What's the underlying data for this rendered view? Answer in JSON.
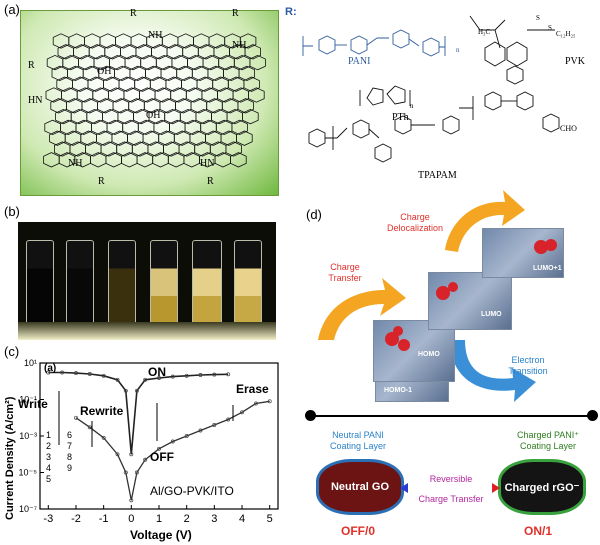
{
  "panels": {
    "a": "(a)",
    "b": "(b)",
    "c": "(c)",
    "d": "(d)"
  },
  "panel_a": {
    "r_label": "R:",
    "struct_labels": {
      "r": "R",
      "nh": "NH",
      "hn": "HN",
      "o": "O",
      "oh": "OH",
      "n": "N",
      "h": "H"
    },
    "polymers": [
      "PANI",
      "PVK",
      "PTh",
      "TPAPAM"
    ],
    "pvk_formula": {
      "ch3": "CH",
      "c12": "S",
      "c12h25": "C",
      "h3c": "H"
    },
    "pvk_text": [
      "H₃C",
      "S",
      "S",
      "C₁₂H₂₅"
    ],
    "tpapam_cho": "CHO",
    "sub_n": "n"
  },
  "panel_c": {
    "inset_label": "(a)",
    "ylabel": "Current Density (A/cm²)",
    "xlabel": "Voltage (V)",
    "device": "Al/GO-PVK/ITO",
    "annotations": {
      "write": "Write",
      "rewrite": "Rewrite",
      "on": "ON",
      "off": "OFF",
      "erase": "Erase"
    },
    "legend": [
      "1",
      "2",
      "3",
      "4",
      "5",
      "6",
      "7",
      "8",
      "9"
    ]
  },
  "chart_data": {
    "type": "line",
    "title": "",
    "xlabel": "Voltage (V)",
    "ylabel": "Current Density (A/cm²)",
    "xlim": [
      -3.3,
      5.3
    ],
    "ylim": [
      1e-07,
      10
    ],
    "yscale": "log",
    "xticks": [
      "-3",
      "-2",
      "-1",
      "0",
      "1",
      "2",
      "3",
      "4",
      "5"
    ],
    "yticks": [
      "10⁻⁷",
      "10⁻⁵",
      "10⁻³",
      "10⁻¹",
      "10¹"
    ],
    "legend_position": "bottom-left",
    "series": [
      {
        "name": "ON",
        "x": [
          -3.0,
          -2.5,
          -2.0,
          -1.5,
          -1.0,
          -0.5,
          -0.2,
          0.0,
          0.2,
          0.5,
          1.0,
          1.5,
          2.0,
          2.5,
          3.0,
          3.5
        ],
        "y": [
          3,
          3,
          2.8,
          2.5,
          2,
          1.2,
          0.3,
          0.0001,
          0.3,
          1.2,
          1.5,
          1.8,
          2.0,
          2.2,
          2.3,
          2.4
        ]
      },
      {
        "name": "OFF",
        "x": [
          -2.0,
          -1.5,
          -1.0,
          -0.5,
          -0.2,
          0.0,
          0.2,
          0.5,
          1.0,
          1.5,
          2.0,
          2.5,
          3.0,
          3.5,
          4.0,
          4.5,
          5.0
        ],
        "y": [
          0.01,
          0.003,
          0.0008,
          0.0001,
          1e-05,
          3e-07,
          1e-05,
          5e-05,
          0.0002,
          0.0005,
          0.001,
          0.002,
          0.004,
          0.008,
          0.02,
          0.06,
          0.08
        ]
      }
    ]
  },
  "panel_d": {
    "charge_delocalization": "Charge Delocalization",
    "charge_transfer": "Charge Transfer",
    "electron_transition": "Electron Transition",
    "orbitals": [
      "HOMO-1",
      "HOMO",
      "LUMO",
      "LUMO+1"
    ],
    "neutral_layer": "Neutral PANI Coating Layer",
    "charged_layer": "Charged PANI⁺ Coating Layer",
    "neutral_go": "Neutral GO",
    "charged_rgo": "Charged rGO⁻",
    "reversible": "Reversible",
    "reversible_transfer": "Charge Transfer",
    "off_state": "OFF/0",
    "on_state": "ON/1"
  },
  "colors": {
    "green": "#6fb83e",
    "blue_text": "#2e5c9e",
    "red": "#e0312a",
    "orange": "#f4a623",
    "light_blue": "#2b82c9",
    "cloud_neutral": "#6b1413",
    "cloud_charged": "#141414"
  }
}
